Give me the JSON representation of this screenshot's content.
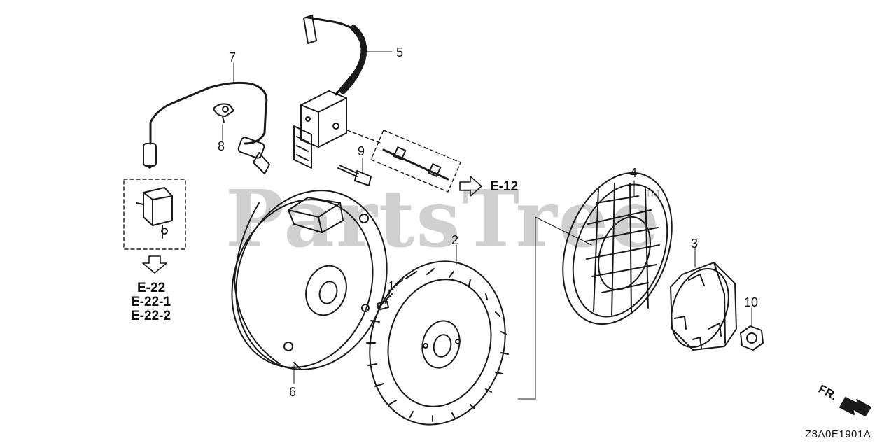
{
  "diagram": {
    "watermark": "PartsTree",
    "trademark": "TM",
    "diagram_code": "Z8A0E1901A",
    "front_label": "FR.",
    "callouts": [
      "1",
      "2",
      "3",
      "4",
      "5",
      "6",
      "7",
      "8",
      "9",
      "10"
    ],
    "references": {
      "e12": "E-12",
      "e22": "E-22",
      "e22_1": "E-22-1",
      "e22_2": "E-22-2"
    }
  }
}
